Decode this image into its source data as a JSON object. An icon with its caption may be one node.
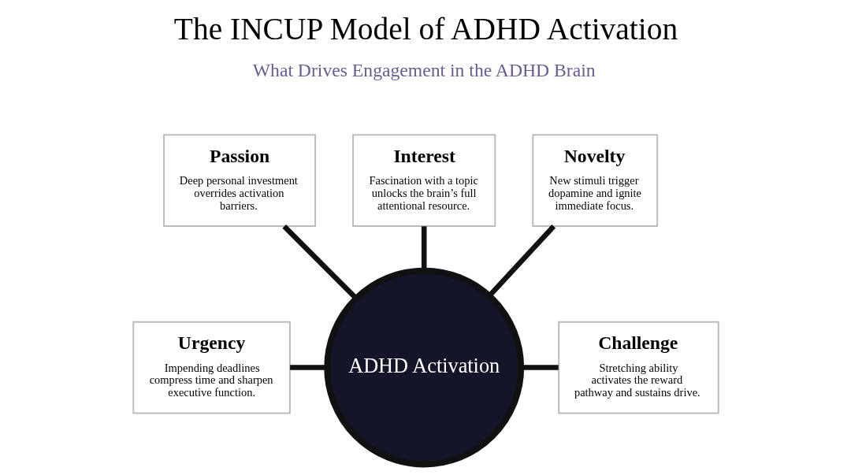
{
  "diagram": {
    "title": "The INCUP Model of ADHD Activation",
    "nodes": [
      {
        "text": [
          "ADHD Activation"
        ]
      },
      {
        "text": [
          "Passion",
          "Deep personal investment overrides activation barriers."
        ]
      },
      {
        "text": [
          "Interest",
          "Fascination with a topic unlocks the brain’s full attentional resource."
        ]
      },
      {
        "text": [
          "Novelty",
          "New stimuli trigger dopamine and ignite immediate focus."
        ]
      },
      {
        "text": [
          "Urgency",
          "Impending deadlines compress time and sharpen executive function."
        ]
      },
      {
        "text": [
          "Challenge",
          "Stretching ability activates the reward pathway and sustains drive."
        ]
      }
    ],
    "edges": [
      {
        "from": 1,
        "to": 0,
        "arrow": "none"
      },
      {
        "from": 2,
        "to": 0,
        "arrow": "none"
      },
      {
        "from": 3,
        "to": 0,
        "arrow": "none"
      },
      {
        "from": 4,
        "to": 0,
        "arrow": "none"
      },
      {
        "from": 0,
        "to": 5,
        "arrow": "none"
      }
    ],
    "labels": [
      "What Drives Engagement in the ADHD Brain"
    ]
  }
}
